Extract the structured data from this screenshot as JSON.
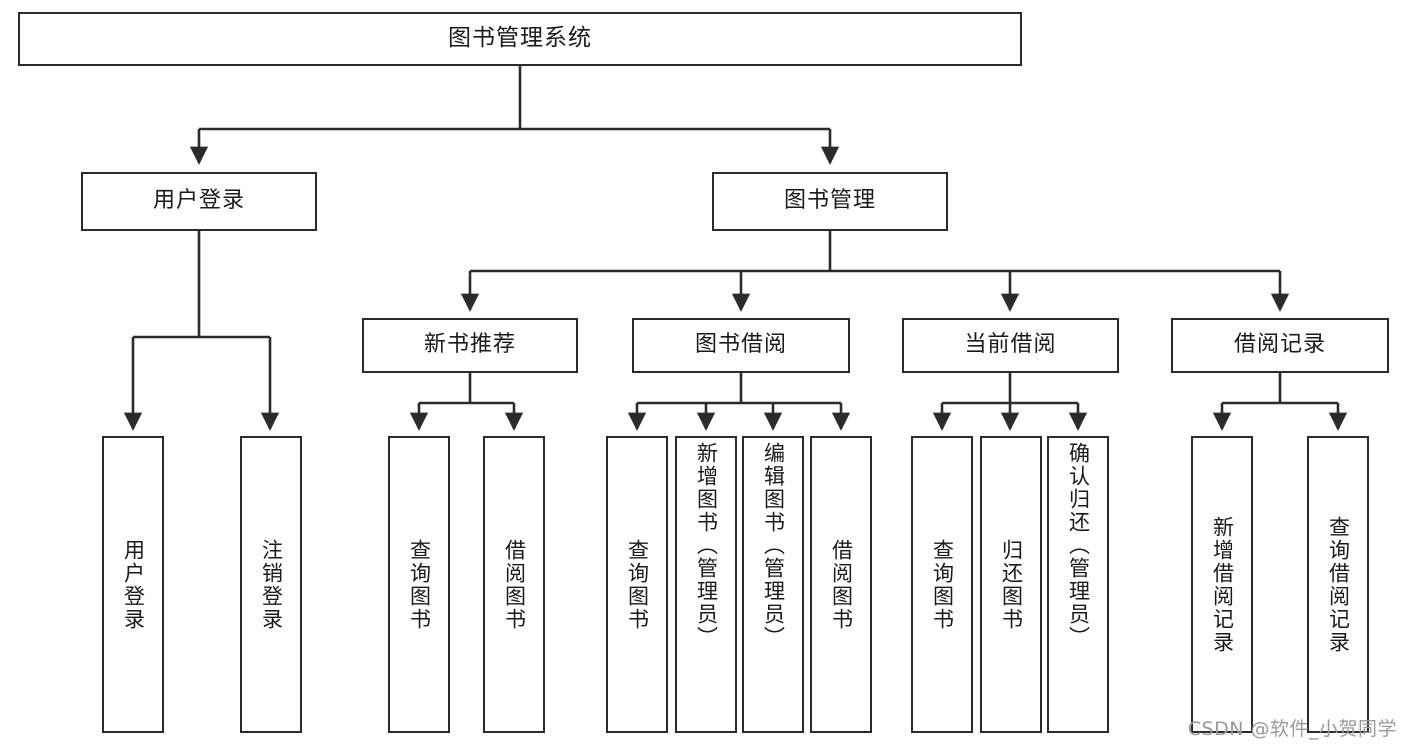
{
  "diagram": {
    "title_node": {
      "label": "图书管理系统"
    },
    "level2": [
      {
        "id": "user-login",
        "label": "用户登录"
      },
      {
        "id": "book-management",
        "label": "图书管理"
      }
    ],
    "level3": [
      {
        "id": "new-book-recommend",
        "label": "新书推荐"
      },
      {
        "id": "book-borrow",
        "label": "图书借阅"
      },
      {
        "id": "current-borrow",
        "label": "当前借阅"
      },
      {
        "id": "borrow-record",
        "label": "借阅记录"
      }
    ],
    "leaves": {
      "user_login": [
        {
          "id": "leaf-user-login",
          "label": "用户登录"
        },
        {
          "id": "leaf-logout-login",
          "label": "注销登录"
        }
      ],
      "new_book_recommend": [
        {
          "id": "leaf-query-book-1",
          "label": "查询图书"
        },
        {
          "id": "leaf-borrow-book-1",
          "label": "借阅图书"
        }
      ],
      "book_borrow": [
        {
          "id": "leaf-query-book-2",
          "label": "查询图书"
        },
        {
          "id": "leaf-add-book",
          "label": "新增图书（管理员）"
        },
        {
          "id": "leaf-edit-book",
          "label": "编辑图书（管理员）"
        },
        {
          "id": "leaf-borrow-book-2",
          "label": "借阅图书"
        }
      ],
      "current_borrow": [
        {
          "id": "leaf-query-book-3",
          "label": "查询图书"
        },
        {
          "id": "leaf-return-book",
          "label": "归还图书"
        },
        {
          "id": "leaf-confirm-return",
          "label": "确认归还（管理员）"
        }
      ],
      "borrow_record": [
        {
          "id": "leaf-add-borrow-record",
          "label": "新增借阅记录"
        },
        {
          "id": "leaf-query-borrow-record",
          "label": "查询借阅记录"
        }
      ]
    }
  },
  "watermark": {
    "text": "CSDN @软件_小贺同学"
  },
  "colors": {
    "stroke": "#2b2b2b",
    "background": "#ffffff",
    "text": "#1a1a1a",
    "watermark": "#9a9a9a"
  }
}
